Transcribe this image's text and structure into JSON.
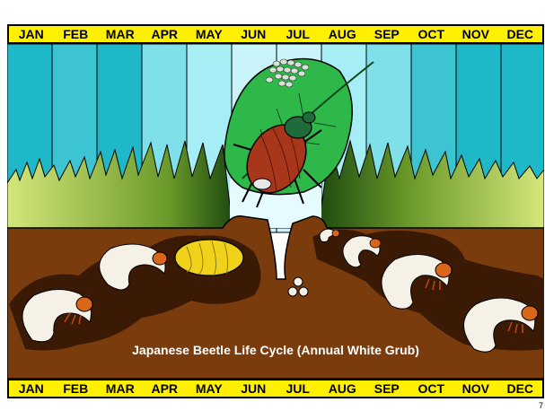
{
  "months": [
    "JAN",
    "FEB",
    "MAR",
    "APR",
    "MAY",
    "JUN",
    "JUL",
    "AUG",
    "SEP",
    "OCT",
    "NOV",
    "DEC"
  ],
  "caption": "Japanese Beetle Life Cycle (Annual White Grub)",
  "page_number": "7",
  "colors": {
    "month_bar": "#ffef00",
    "sky_panel_a": "#1fb8c8",
    "sky_panel_b": "#7fe0ea",
    "soil": "#7a3c0c",
    "soil_dark": "#3a1a04",
    "grass": "#2e7a1e",
    "grass_light": "#d4e67a",
    "leaf": "#2fb84a",
    "beetle_body": "#a8361a",
    "beetle_head": "#1f6b3a",
    "grub": "#f6f1e6",
    "pupa": "#f0d21a"
  },
  "icons": [
    "beetle-icon",
    "leaf-icon",
    "egg-cluster-icon",
    "grub-icon",
    "pupa-icon",
    "egg-icon"
  ]
}
